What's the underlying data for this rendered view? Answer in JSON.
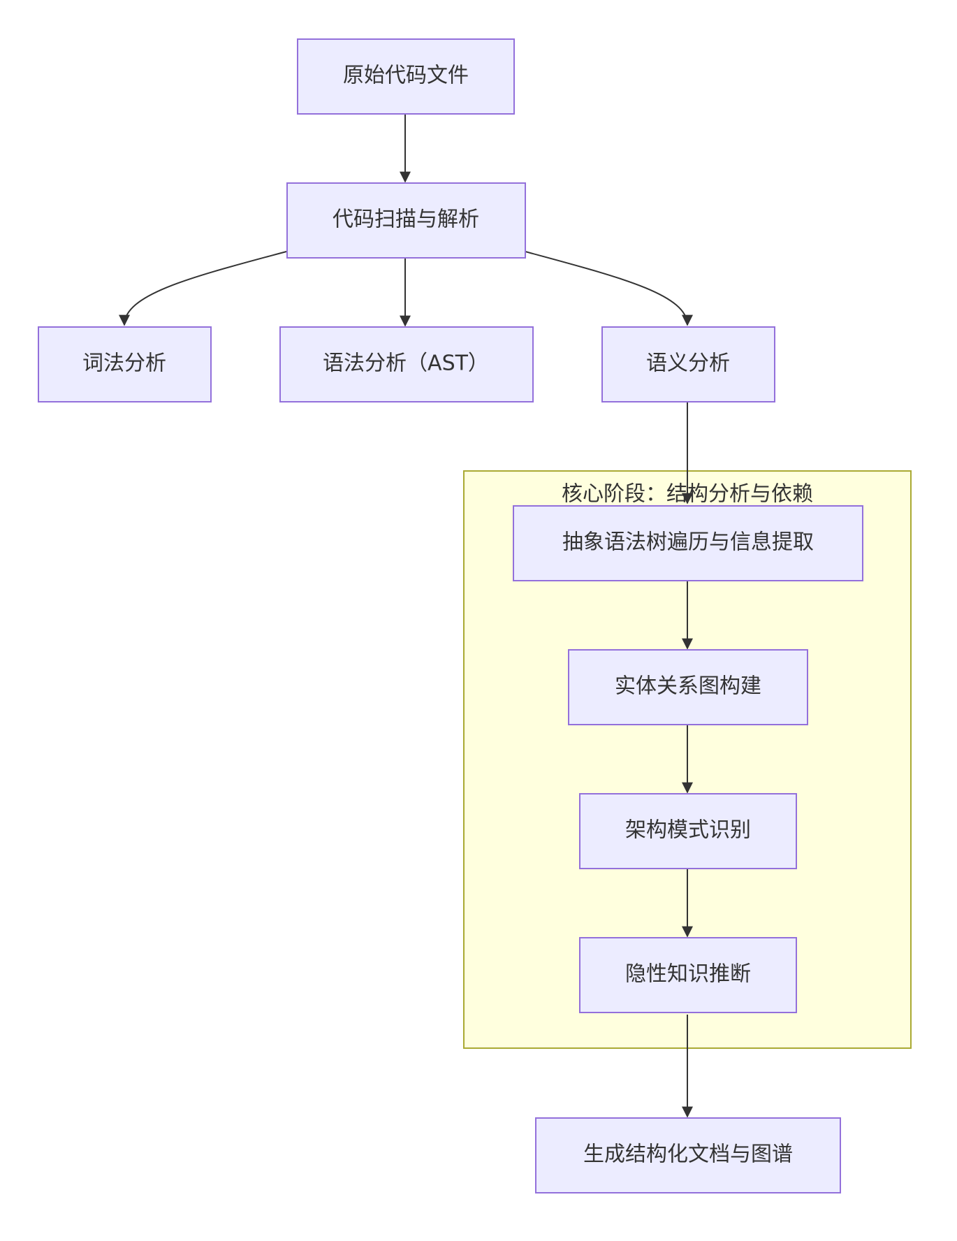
{
  "diagram": {
    "nodes": {
      "source": "原始代码文件",
      "scan": "代码扫描与解析",
      "lexical": "词法分析",
      "syntax": "语法分析（AST）",
      "semantic": "语义分析",
      "ast_traverse": "抽象语法树遍历与信息提取",
      "entity_graph": "实体关系图构建",
      "pattern": "架构模式识别",
      "inference": "隐性知识推断",
      "output": "生成结构化文档与图谱"
    },
    "cluster": {
      "title": "核心阶段：结构分析与依赖"
    },
    "edges": [
      [
        "source",
        "scan"
      ],
      [
        "scan",
        "lexical"
      ],
      [
        "scan",
        "syntax"
      ],
      [
        "scan",
        "semantic"
      ],
      [
        "semantic",
        "ast_traverse"
      ],
      [
        "ast_traverse",
        "entity_graph"
      ],
      [
        "entity_graph",
        "pattern"
      ],
      [
        "pattern",
        "inference"
      ],
      [
        "inference",
        "output"
      ]
    ],
    "colors": {
      "node_fill": "#ECECFF",
      "node_stroke": "#9370DB",
      "cluster_fill": "#FFFFDE",
      "cluster_stroke": "#AAAA33",
      "edge": "#333333",
      "text": "#333333"
    }
  }
}
